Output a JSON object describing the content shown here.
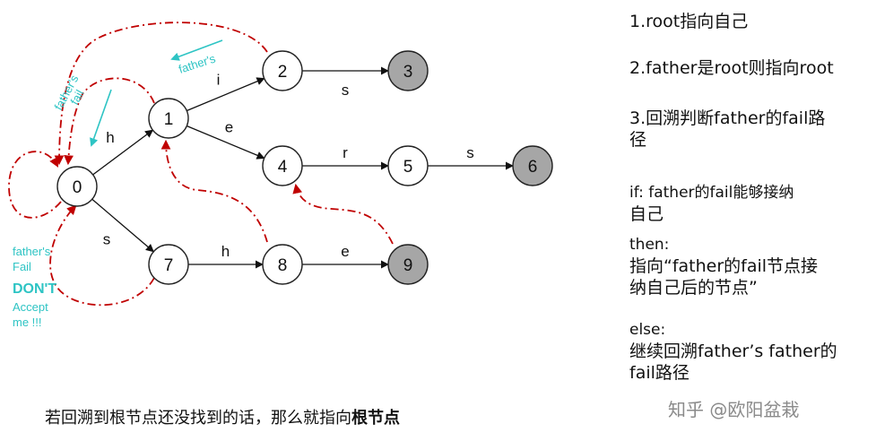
{
  "nodes": [
    {
      "id": "0",
      "label": "0",
      "fill": "#ffffff"
    },
    {
      "id": "1",
      "label": "1",
      "fill": "#ffffff"
    },
    {
      "id": "2",
      "label": "2",
      "fill": "#ffffff"
    },
    {
      "id": "3",
      "label": "3",
      "fill": "#a6a6a6"
    },
    {
      "id": "4",
      "label": "4",
      "fill": "#ffffff"
    },
    {
      "id": "5",
      "label": "5",
      "fill": "#ffffff"
    },
    {
      "id": "6",
      "label": "6",
      "fill": "#a6a6a6"
    },
    {
      "id": "7",
      "label": "7",
      "fill": "#ffffff"
    },
    {
      "id": "8",
      "label": "8",
      "fill": "#ffffff"
    },
    {
      "id": "9",
      "label": "9",
      "fill": "#a6a6a6"
    }
  ],
  "edges": [
    {
      "from": "0",
      "to": "1",
      "label": "h"
    },
    {
      "from": "1",
      "to": "2",
      "label": "i"
    },
    {
      "from": "2",
      "to": "3",
      "label": "s"
    },
    {
      "from": "1",
      "to": "4",
      "label": "e"
    },
    {
      "from": "4",
      "to": "5",
      "label": "r"
    },
    {
      "from": "5",
      "to": "6",
      "label": "s"
    },
    {
      "from": "0",
      "to": "7",
      "label": "s"
    },
    {
      "from": "7",
      "to": "8",
      "label": "h"
    },
    {
      "from": "8",
      "to": "9",
      "label": "e"
    }
  ],
  "annotations": {
    "fathers_arrow_label": "father's",
    "fathers_fail_top": "father's",
    "fathers_fail_bottom": "fail",
    "note_line1": "father's",
    "note_line2": "Fail",
    "note_line3": "DON'T",
    "note_line4": "Accept",
    "note_line5": "me !!!"
  },
  "rules": {
    "rule1": "1.root指向自己",
    "rule2": "2.father是root则指向root",
    "rule3_line1": "3.回溯判断father的fail路",
    "rule3_line2": "径",
    "if_line1": "if: father的fail能够接纳",
    "if_line2": "自己",
    "then_label": "then:",
    "then_line1": "指向“father的fail节点接",
    "then_line2": "纳自己后的节点”",
    "else_label": "else:",
    "else_line1": "继续回溯father’s father的",
    "else_line2": "fail路径"
  },
  "caption": {
    "text": "若回溯到根节点还没找到的话，那么就指向",
    "bold": "根节点"
  },
  "watermark": "知乎 @欧阳盆栽",
  "colors": {
    "fail_link": "#c00000",
    "annotation": "#2ec4c4",
    "terminal_node": "#a6a6a6"
  }
}
